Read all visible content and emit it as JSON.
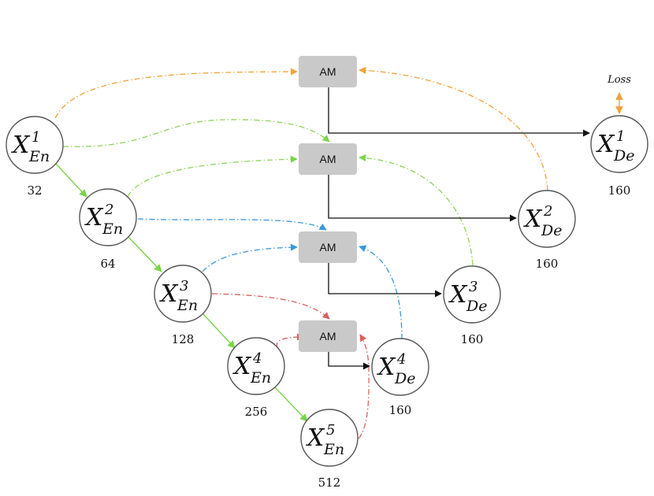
{
  "colors": {
    "orange": "#f0a23a",
    "green_light": "#7ad44a",
    "green_dash": "#8fd45a",
    "blue": "#3a98dc",
    "red": "#d96060",
    "black": "#111111"
  },
  "encoder": [
    {
      "var": "X",
      "sup": "1",
      "sub": "En",
      "channels": "32"
    },
    {
      "var": "X",
      "sup": "2",
      "sub": "En",
      "channels": "64"
    },
    {
      "var": "X",
      "sup": "3",
      "sub": "En",
      "channels": "128"
    },
    {
      "var": "X",
      "sup": "4",
      "sub": "En",
      "channels": "256"
    },
    {
      "var": "X",
      "sup": "5",
      "sub": "En",
      "channels": "512"
    }
  ],
  "decoder": [
    {
      "var": "X",
      "sup": "1",
      "sub": "De",
      "channels": "160"
    },
    {
      "var": "X",
      "sup": "2",
      "sub": "De",
      "channels": "160"
    },
    {
      "var": "X",
      "sup": "3",
      "sub": "De",
      "channels": "160"
    },
    {
      "var": "X",
      "sup": "4",
      "sub": "De",
      "channels": "160"
    }
  ],
  "attention_modules": [
    {
      "label": "AM"
    },
    {
      "label": "AM"
    },
    {
      "label": "AM"
    },
    {
      "label": "AM"
    }
  ],
  "loss_label": "Loss"
}
